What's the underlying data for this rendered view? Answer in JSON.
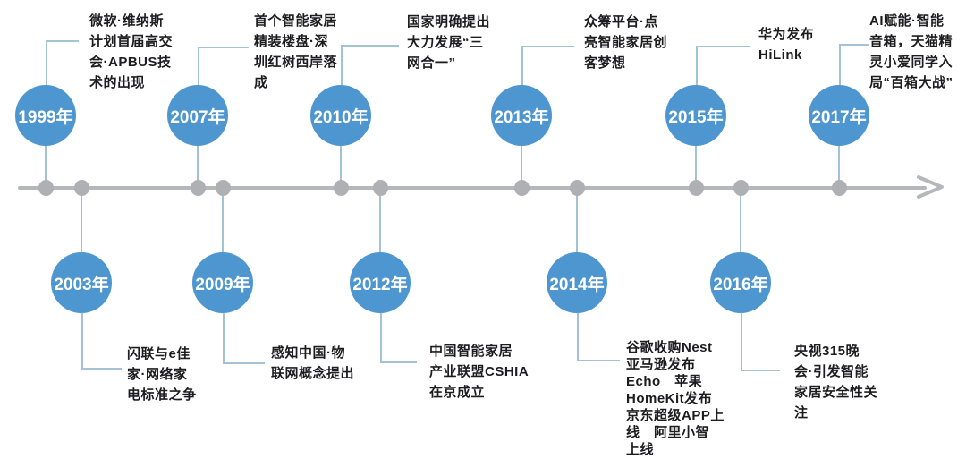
{
  "timeline": {
    "colors": {
      "circle_fill": "#4d96d0",
      "circle_text": "#ffffff",
      "axis_color": "#b5b7ba",
      "dot_color": "#aeb0b4",
      "connector_color": "#a3c2d4",
      "text_color": "#1d1d1f"
    },
    "events": [
      {
        "year": "1999年",
        "side": "top",
        "label": "微软·维纳斯\n计划首届高交\n会·APBUS技\n术的出现"
      },
      {
        "year": "2003年",
        "side": "bottom",
        "label": "闪联与e佳\n家·网络家\n电标准之争"
      },
      {
        "year": "2007年",
        "side": "top",
        "label": "首个智能家居\n精装楼盘·深\n圳红树西岸落\n成"
      },
      {
        "year": "2009年",
        "side": "bottom",
        "label": "感知中国·物\n联网概念提出"
      },
      {
        "year": "2010年",
        "side": "top",
        "label": "国家明确提出\n大力发展“三\n网合一”"
      },
      {
        "year": "2012年",
        "side": "bottom",
        "label": "中国智能家居\n产业联盟CSHIA\n在京成立"
      },
      {
        "year": "2013年",
        "side": "top",
        "label": "众筹平台·点\n亮智能家居创\n客梦想"
      },
      {
        "year": "2014年",
        "side": "bottom",
        "label": "谷歌收购Nest\n亚马逊发布\nEcho　苹果\nHomeKit发布\n京东超级APP上\n线　阿里小智\n上线"
      },
      {
        "year": "2015年",
        "side": "top",
        "label": "华为发布\nHiLink"
      },
      {
        "year": "2016年",
        "side": "bottom",
        "label": "央视315晚\n会·引发智能\n家居安全性关\n注"
      },
      {
        "year": "2017年",
        "side": "top",
        "label": "AI赋能·智能\n音箱，天猫精\n灵小爱同学入\n局“百箱大战”"
      }
    ]
  }
}
